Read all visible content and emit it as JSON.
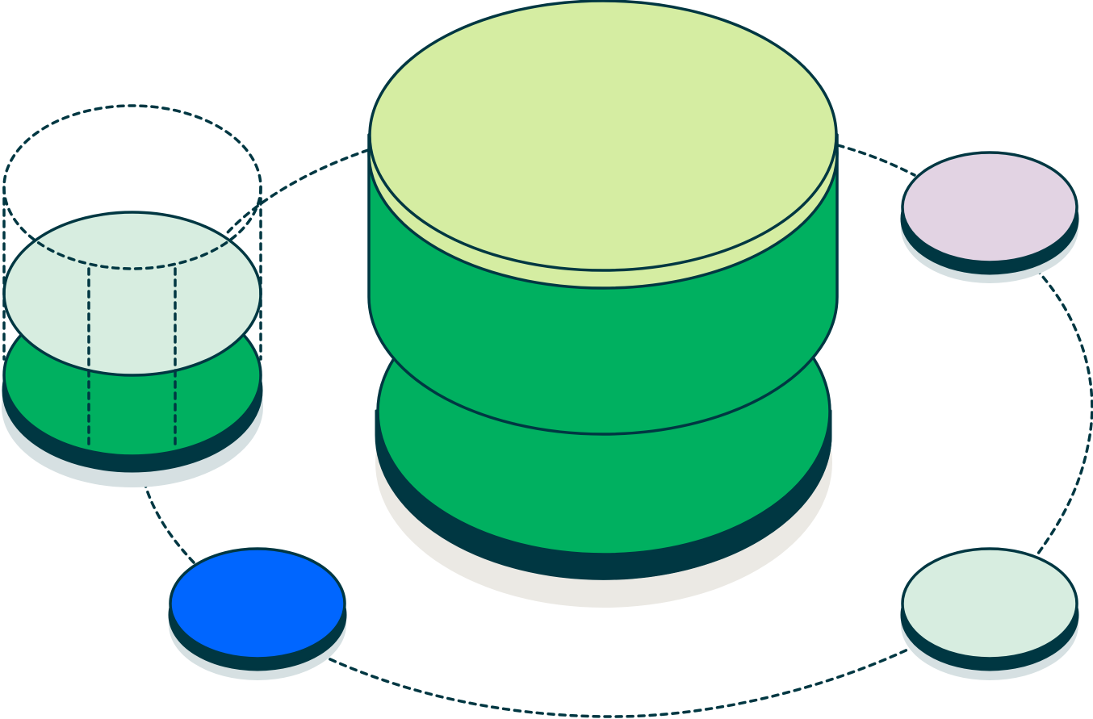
{
  "diagram": {
    "colors": {
      "stroke": "#003742",
      "green": "#00b060",
      "lime": "#d5eda2",
      "mint": "#d7ede0",
      "lavender": "#e2d3e3",
      "blue": "#0066ff",
      "shadow_cool": "#d6e0e2",
      "shadow_warm": "#ebe9e4",
      "background": "#ffffff"
    },
    "nodes": [
      {
        "name": "central-database",
        "shape": "stacked-cylinder",
        "fill": "green",
        "top_fill": "lime"
      },
      {
        "name": "node-left-stack",
        "shape": "cylinder-with-ghost",
        "fill": "green",
        "top_fill": "mint"
      },
      {
        "name": "node-top-right",
        "shape": "disc",
        "fill": "lavender"
      },
      {
        "name": "node-bottom-left",
        "shape": "disc",
        "fill": "blue"
      },
      {
        "name": "node-bottom-right",
        "shape": "disc",
        "fill": "mint"
      }
    ],
    "connector": {
      "style": "dashed",
      "shape": "ring"
    }
  }
}
